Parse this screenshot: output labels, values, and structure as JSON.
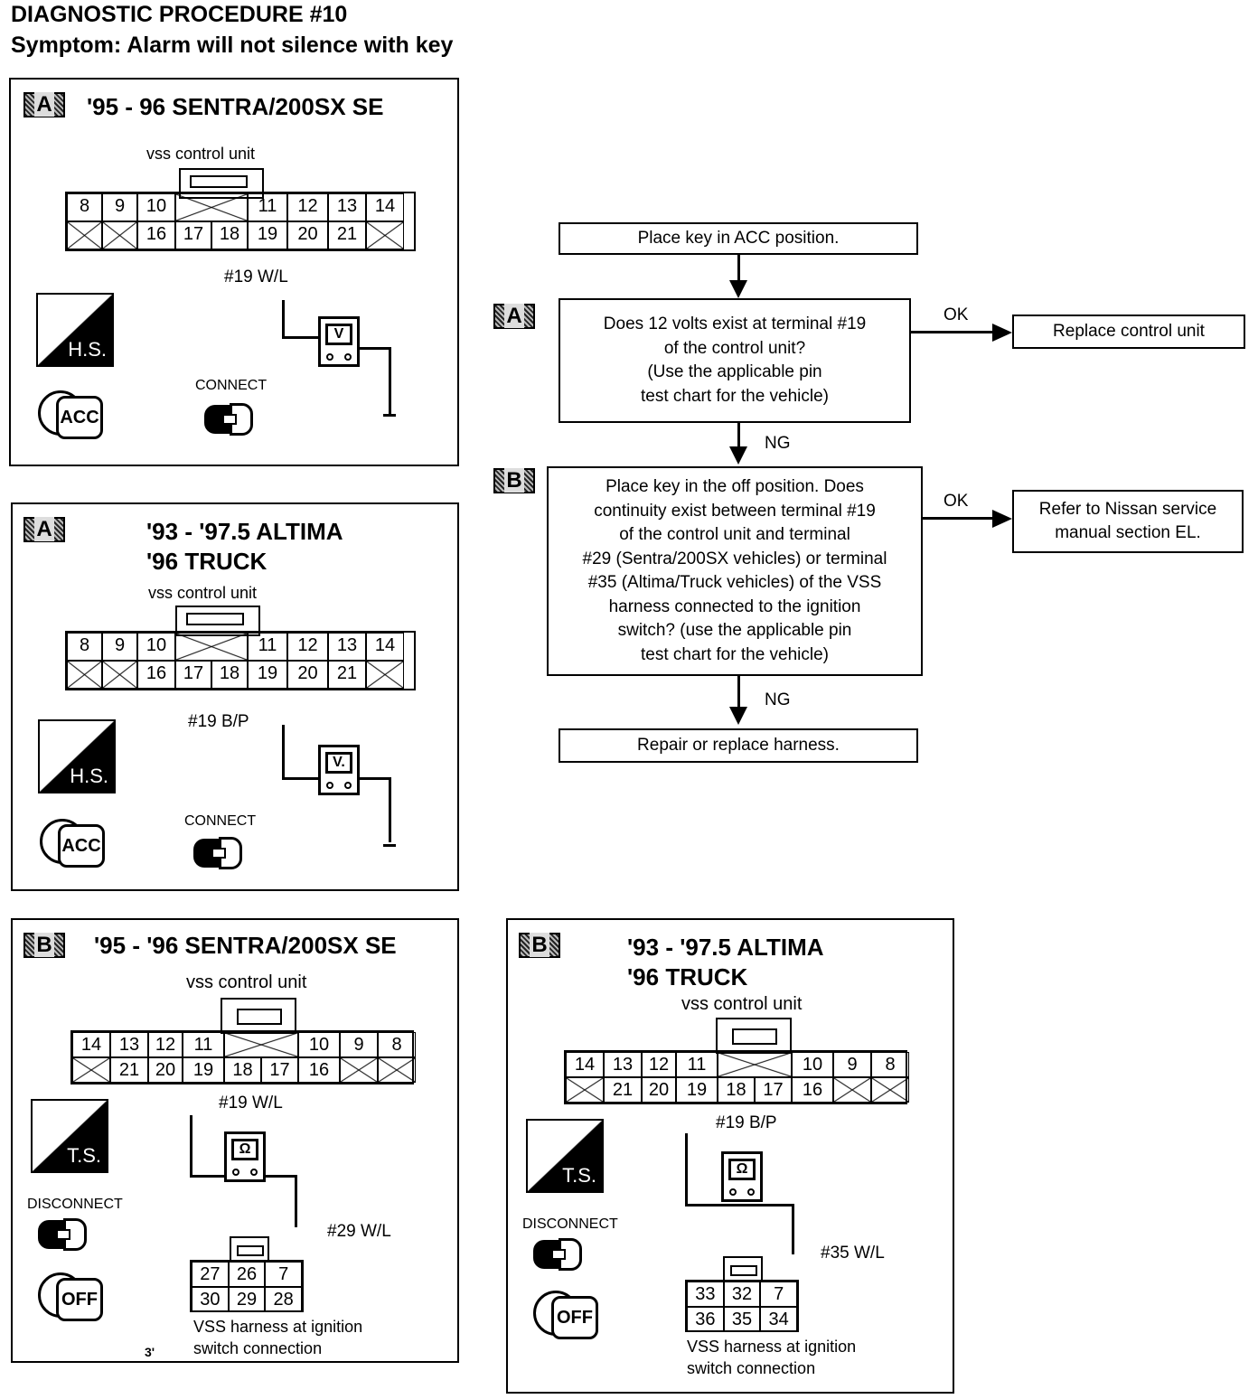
{
  "header": {
    "title": "DIAGNOSTIC PROCEDURE #10",
    "symptom": "Symptom: Alarm will not silence with key"
  },
  "panels": {
    "a_sentra": {
      "badge": "A",
      "title_line1": "'95 - 96 SENTRA/200SX SE",
      "title_line2": "",
      "connector_label": "vss control unit",
      "top_row": [
        "8",
        "9",
        "10",
        "X",
        "11",
        "12",
        "13",
        "14"
      ],
      "bottom_row": [
        "X",
        "X",
        "16",
        "17",
        "18",
        "19",
        "20",
        "21",
        "X"
      ],
      "wire_label": "#19 W/L",
      "hs_label": "H.S.",
      "connect_label": "CONNECT",
      "meter_symbol": "V",
      "key_label": "ACC"
    },
    "a_altima": {
      "badge": "A",
      "title_line1": "'93 - '97.5 ALTIMA",
      "title_line2": "'96 TRUCK",
      "connector_label": "vss control unit",
      "wire_label": "#19 B/P",
      "hs_label": "H.S.",
      "connect_label": "CONNECT",
      "meter_symbol": "V.",
      "key_label": "ACC"
    },
    "b_sentra": {
      "badge": "B",
      "title_line1": "'95 - '96 SENTRA/200SX SE",
      "connector_label": "vss control unit",
      "top_row": [
        "14",
        "13",
        "12",
        "11",
        "X",
        "10",
        "9",
        "8"
      ],
      "bottom_row": [
        "X",
        "21",
        "20",
        "19",
        "18",
        "17",
        "16",
        "X",
        "X"
      ],
      "wire_label": "#19 W/L",
      "wire_label_2": "#29 W/L",
      "ts_label": "T.S.",
      "disconnect_label": "DISCONNECT",
      "meter_symbol": "Ω",
      "key_label": "OFF",
      "harness_top": [
        "27",
        "26",
        "7"
      ],
      "harness_bottom": [
        "30",
        "29",
        "28"
      ],
      "harness_caption_1": "VSS harness at ignition",
      "harness_caption_2": "switch connection",
      "page_mark": "3'"
    },
    "b_altima": {
      "badge": "B",
      "title_line1": "'93 - '97.5 ALTIMA",
      "title_line2": "'96 TRUCK",
      "connector_label": "vss control unit",
      "wire_label": "#19 B/P",
      "wire_label_2": "#35 W/L",
      "ts_label": "T.S.",
      "disconnect_label": "DISCONNECT",
      "meter_symbol": "Ω",
      "key_label": "OFF",
      "harness_top": [
        "33",
        "32",
        "7"
      ],
      "harness_bottom": [
        "36",
        "35",
        "34"
      ],
      "harness_caption_1": "VSS harness at ignition",
      "harness_caption_2": "switch connection"
    }
  },
  "flowchart": {
    "step_start": "Place key in ACC position.",
    "step_a_badge": "A",
    "step_a": [
      "Does 12 volts exist at terminal #19",
      "of the control unit?",
      "(Use the applicable pin",
      "test chart for the vehicle)"
    ],
    "step_a_ok_label": "OK",
    "step_a_ok_result": "Replace control unit",
    "step_a_ng_label": "NG",
    "step_b_badge": "B",
    "step_b": [
      "Place key in the off position. Does",
      "continuity exist between terminal #19",
      "of the control unit and terminal",
      "#29 (Sentra/200SX vehicles) or terminal",
      "#35 (Altima/Truck vehicles) of the VSS",
      "harness connected to the ignition",
      "switch? (use the applicable pin",
      "test chart for the vehicle)"
    ],
    "step_b_ok_label": "OK",
    "step_b_ok_result": [
      "Refer to Nissan service",
      "manual section EL."
    ],
    "step_b_ng_label": "NG",
    "step_end": "Repair or replace harness."
  }
}
